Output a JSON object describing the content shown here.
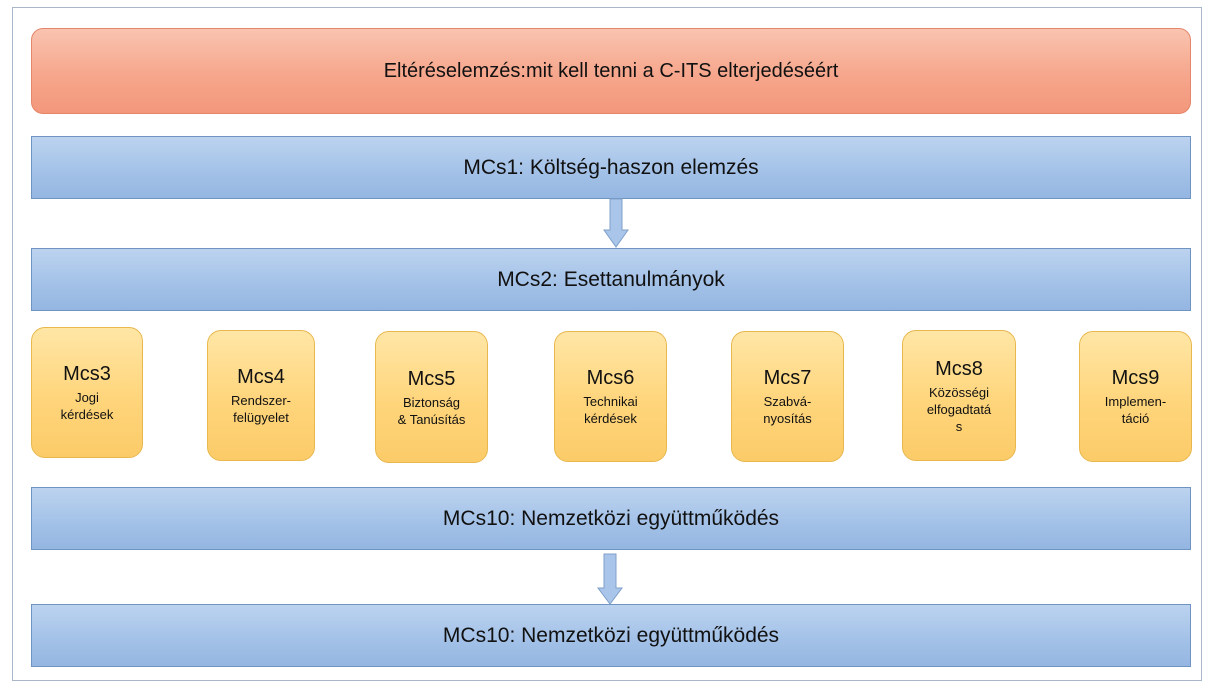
{
  "header": {
    "title": "Eltéréselemzés:mit kell tenni a C-ITS elterjedéséért"
  },
  "bars": [
    {
      "label": "MCs1: Költség-haszon elemzés"
    },
    {
      "label": "MCs2: Esettanulmányok"
    },
    {
      "label": "MCs10: Nemzetközi együttműködés"
    },
    {
      "label": "MCs10: Nemzetközi együttműködés"
    }
  ],
  "boxes": [
    {
      "title": "Mcs3",
      "sub1": "Jogi",
      "sub2": "kérdések",
      "sub3": ""
    },
    {
      "title": "Mcs4",
      "sub1": "Rendszer-",
      "sub2": "felügyelet",
      "sub3": ""
    },
    {
      "title": "Mcs5",
      "sub1": "Biztonság",
      "sub2": "& Tanúsítás",
      "sub3": ""
    },
    {
      "title": "Mcs6",
      "sub1": "Technikai",
      "sub2": "kérdések",
      "sub3": ""
    },
    {
      "title": "Mcs7",
      "sub1": "Szabvá-",
      "sub2": "nyosítás",
      "sub3": ""
    },
    {
      "title": "Mcs8",
      "sub1": "Közösségi",
      "sub2": "elfogadtatá",
      "sub3": "s"
    },
    {
      "title": "Mcs9",
      "sub1": "Implemen-",
      "sub2": "táció",
      "sub3": ""
    }
  ],
  "colors": {
    "header_fill": "#f6a68c",
    "bar_fill": "#a4c2e8",
    "box_fill": "#ffd57b",
    "arrow_fill": "#a4c2e8"
  }
}
